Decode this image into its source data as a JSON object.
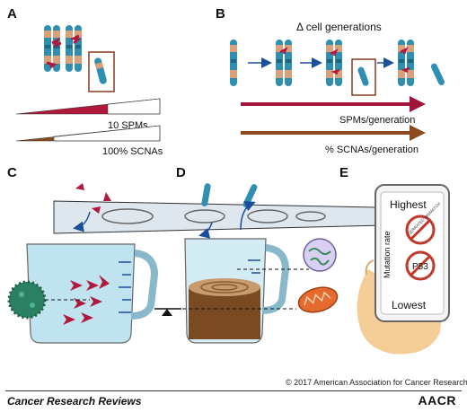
{
  "panels": {
    "A": "A",
    "B": "B",
    "C": "C",
    "D": "D",
    "E": "E"
  },
  "panelB": {
    "title": "Δ cell generations"
  },
  "wedges": {
    "spm_label": "10 SPMs",
    "scna_label": "100% SCNAs"
  },
  "arrows": {
    "spm_rate": "SPMs/generation",
    "scna_rate": "% SCNAs/generation"
  },
  "phone": {
    "highest": "Highest",
    "lowest": "Lowest",
    "axis": "Mutation rate",
    "badge_top": "SERRATED MISMATCH",
    "badge_bottom": "P53"
  },
  "footer": {
    "copyright": "© 2017 American Association for Cancer Research",
    "journal": "Cancer Research Reviews",
    "logo": "AACR"
  },
  "colors": {
    "chromosome_blue": "#2f8fb0",
    "chromosome_tan": "#d9a07a",
    "mutation_red": "#b0183c",
    "scna_brown": "#8a4a1e",
    "beaker_blue": "#9ed3e4",
    "liquid_brown": "#7a4a22",
    "no_sign_red": "#c0392b",
    "cell_green": "#3a8a5a"
  }
}
